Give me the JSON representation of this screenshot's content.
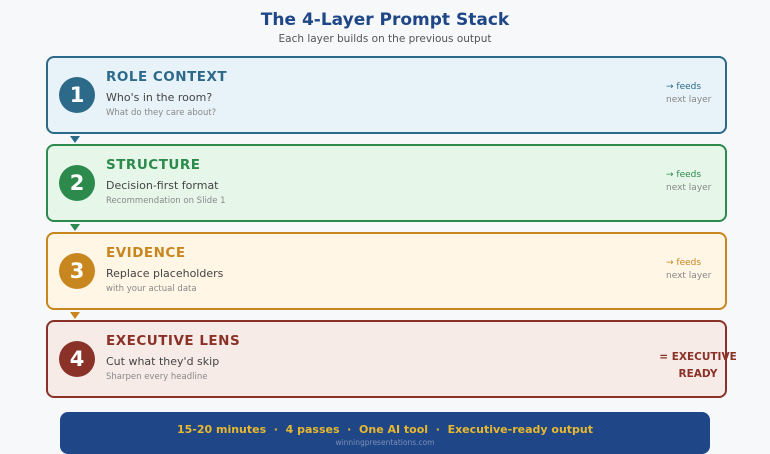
{
  "title": "The 4-Layer Prompt Stack",
  "subtitle": "Each layer builds on the previous output",
  "layers": [
    {
      "number": "1",
      "name": "ROLE CONTEXT",
      "description": "Who's in the room?",
      "detail": "What do they care about?",
      "feeds": "→ feeds",
      "next": "next layer",
      "color": "#2d6a8a",
      "bg": "#e8f3f9"
    },
    {
      "number": "2",
      "name": "STRUCTURE",
      "description": "Decision-first format",
      "detail": "Recommendation on Slide 1",
      "feeds": "→ feeds",
      "next": "next layer",
      "color": "#2c8a4d",
      "bg": "#e6f7ea"
    },
    {
      "number": "3",
      "name": "EVIDENCE",
      "description": "Replace placeholders",
      "detail": "with your actual data",
      "feeds": "→ feeds",
      "next": "next layer",
      "color": "#c8861e",
      "bg": "#fff6e6"
    },
    {
      "number": "4",
      "name": "EXECUTIVE LENS",
      "description": "Cut what they'd skip",
      "detail": "Sharpen every headline",
      "result_line1": "= EXECUTIVE",
      "result_line2": "READY",
      "color": "#8b3228",
      "bg": "#f7ebe7"
    }
  ],
  "footer": {
    "summary": "15-20 minutes  ·  4 passes  ·  One AI tool  ·  Executive-ready output",
    "website": "winningpresentations.com"
  }
}
